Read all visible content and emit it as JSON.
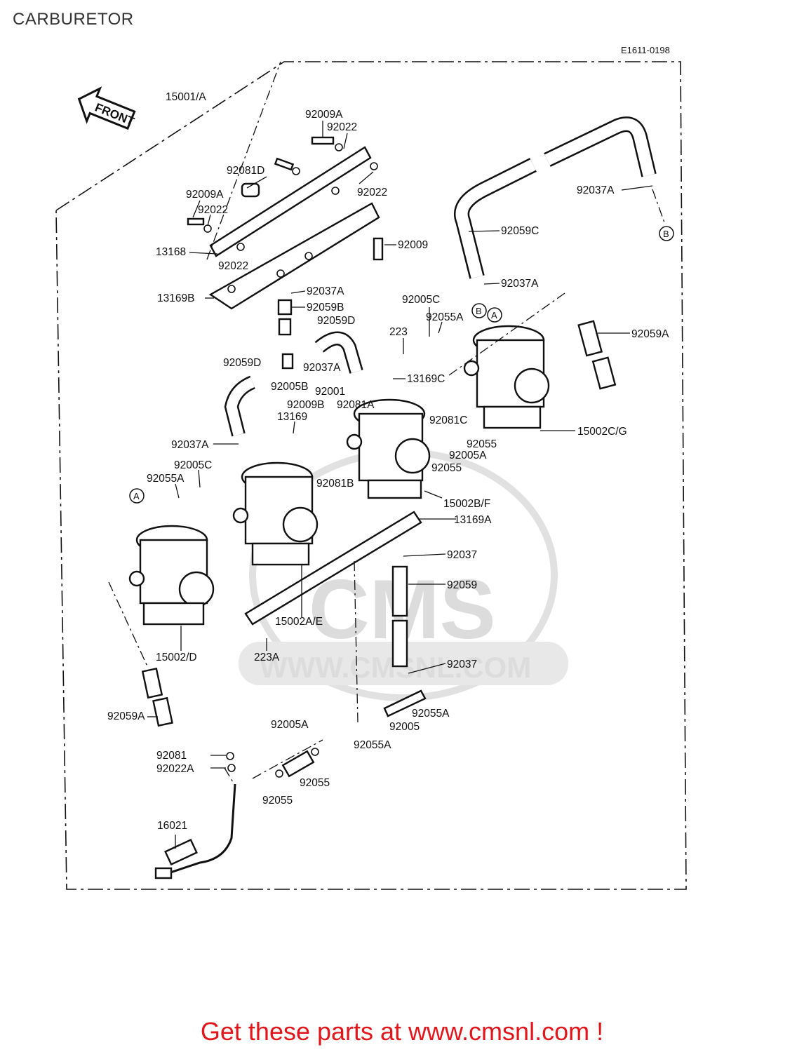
{
  "page": {
    "title": "CARBURETOR",
    "diagram_code": "E1611-0198"
  },
  "front_arrow": {
    "label": "FRONT"
  },
  "callouts": [
    {
      "id": "A",
      "text": "A"
    },
    {
      "id": "B",
      "text": "B"
    }
  ],
  "parts": [
    "15001/A",
    "92009A",
    "92022",
    "92081D",
    "92022",
    "92009A",
    "92022",
    "13168",
    "92022",
    "92009",
    "13169B",
    "92037A",
    "92037A",
    "92059C",
    "92037A",
    "92059B",
    "92059D",
    "92005C",
    "92055A",
    "92059A",
    "223",
    "92059D",
    "92037A",
    "13169C",
    "92005B",
    "92001",
    "92009B",
    "92081A",
    "13169",
    "92081C",
    "15002C/G",
    "92055",
    "92005A",
    "92037A",
    "92055",
    "92081B",
    "92005C",
    "92055A",
    "15002B/F",
    "13169A",
    "92037",
    "92059",
    "15002A/E",
    "15002/D",
    "223A",
    "92037",
    "92055A",
    "92005",
    "92059A",
    "92055A",
    "92005A",
    "92081",
    "92022A",
    "92055",
    "92055",
    "16021"
  ],
  "watermark": {
    "brand": "CMS",
    "url": "WWW.CMSNL.COM"
  },
  "footer": {
    "cta": "Get these parts at www.cmsnl.com !",
    "color": "#e0161b"
  }
}
